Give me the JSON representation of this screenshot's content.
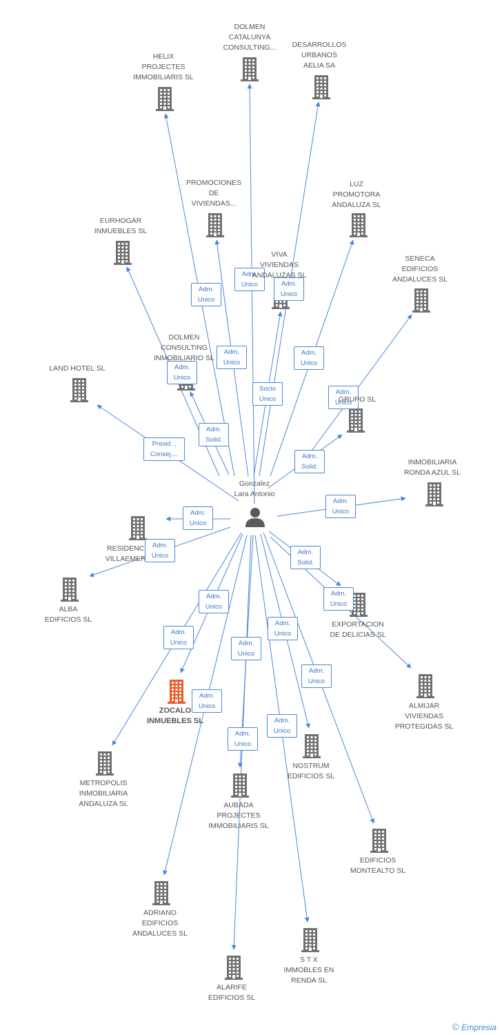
{
  "colors": {
    "edge": "#4a86d8",
    "building": "#707070",
    "focus": "#f05a28",
    "person": "#5a5a5a"
  },
  "center": {
    "name": "Gonzalez\nLara Antonio",
    "icon": "person-icon"
  },
  "nodes": [
    {
      "id": "dolmen-catalunya",
      "label": "DOLMEN\nCATALUNYA\nCONSULTING...",
      "edge": "Adm.\nUnico",
      "icon": "building-icon"
    },
    {
      "id": "helix",
      "label": "HELIX\nPROJECTES\nIMMOBILIARIS SL",
      "edge": "Adm.\nUnico",
      "icon": "building-icon"
    },
    {
      "id": "desarrollos",
      "label": "DESARROLLOS\nURBANOS\nAELIA SA",
      "edge": "Adm.\nUnico",
      "icon": "building-icon"
    },
    {
      "id": "promociones",
      "label": "PROMOCIONES\nDE\nVIVIENDAS...",
      "edge": "Adm.\nUnico",
      "icon": "building-icon"
    },
    {
      "id": "luz",
      "label": "LUZ\nPROMOTORA\nANDALUZA SL",
      "edge": "Adm.\nUnico",
      "icon": "building-icon"
    },
    {
      "id": "eurhogar",
      "label": "EURHOGAR\nINMUEBLES SL",
      "edge": "Adm.\nUnico",
      "icon": "building-icon"
    },
    {
      "id": "viva",
      "label": "VIVA\nVIVIENDAS\nANDALUZAS SL",
      "edge": "Socio\nUnico",
      "icon": "building-icon"
    },
    {
      "id": "seneca",
      "label": "SENECA\nEDIFICIOS\nANDALUCES SL",
      "edge": "Adm.\nUnico",
      "icon": "building-icon"
    },
    {
      "id": "dolmen-consulting",
      "label": "DOLMEN\nCONSULTING\nINMOBILIARIO SL",
      "edge": "Adm.\nSolid.",
      "icon": "building-icon"
    },
    {
      "id": "land-hotel",
      "label": "LAND HOTEL SL",
      "edge": "Presid. ,\nConsej....",
      "icon": "building-icon"
    },
    {
      "id": "grupo",
      "label": "GRUPO SL",
      "edge": "Adm.\nSolid.",
      "icon": "building-icon"
    },
    {
      "id": "ronda-azul",
      "label": "INMOBILIARIA\nRONDA AZUL SL",
      "edge": "Adm.\nUnico",
      "icon": "building-icon"
    },
    {
      "id": "residencial",
      "label": "RESIDENCIAL\nVILLAEMERITA",
      "edge": "Adm.\nUnico",
      "icon": "building-icon"
    },
    {
      "id": "alba",
      "label": "ALBA\nEDIFICIOS SL",
      "edge": "Adm.\nUnico",
      "icon": "building-icon"
    },
    {
      "id": "exportacion",
      "label": "EXPORTACION\nDE DELICIAS SL",
      "edge": "Adm.\nSolid.",
      "icon": "building-icon"
    },
    {
      "id": "almijar",
      "label": "ALMIJAR\nVIVIENDAS\nPROTEGIDAS SL",
      "edge": "Adm.\nUnico",
      "icon": "building-icon"
    },
    {
      "id": "zocalo",
      "label": "ZOCALO\nINMUEBLES SL",
      "edge": "Adm.\nUnico",
      "icon": "building-icon",
      "focus": true
    },
    {
      "id": "metropolis",
      "label": "METROPOLIS\nINMOBILIARIA\nANDALUZA SL",
      "edge": "Adm.\nUnico",
      "icon": "building-icon"
    },
    {
      "id": "aubada",
      "label": "AUBADA\nPROJECTES\nIMMOBILIARIS SL",
      "edge": "Adm.\nUnico",
      "icon": "building-icon"
    },
    {
      "id": "nostrum",
      "label": "NOSTRUM\nEDIFICIOS SL",
      "edge": "Adm.\nUnico",
      "icon": "building-icon"
    },
    {
      "id": "montealto",
      "label": "EDIFICIOS\nMONTEALTO SL",
      "edge": "Adm.\nUnico",
      "icon": "building-icon"
    },
    {
      "id": "adriano",
      "label": "ADRIANO\nEDIFICIOS\nANDALUCES SL",
      "edge": "Adm.\nUnico",
      "icon": "building-icon"
    },
    {
      "id": "alarife",
      "label": "ALARIFE\nEDIFICIOS SL",
      "edge": "Adm.\nUnico",
      "icon": "building-icon"
    },
    {
      "id": "stx",
      "label": "S T X\nIMMOBLES EN\nRENDA SL",
      "edge": "Adm.\nUnico",
      "icon": "building-icon"
    }
  ],
  "footer": {
    "symbol": "©",
    "brand": "Empresia"
  }
}
